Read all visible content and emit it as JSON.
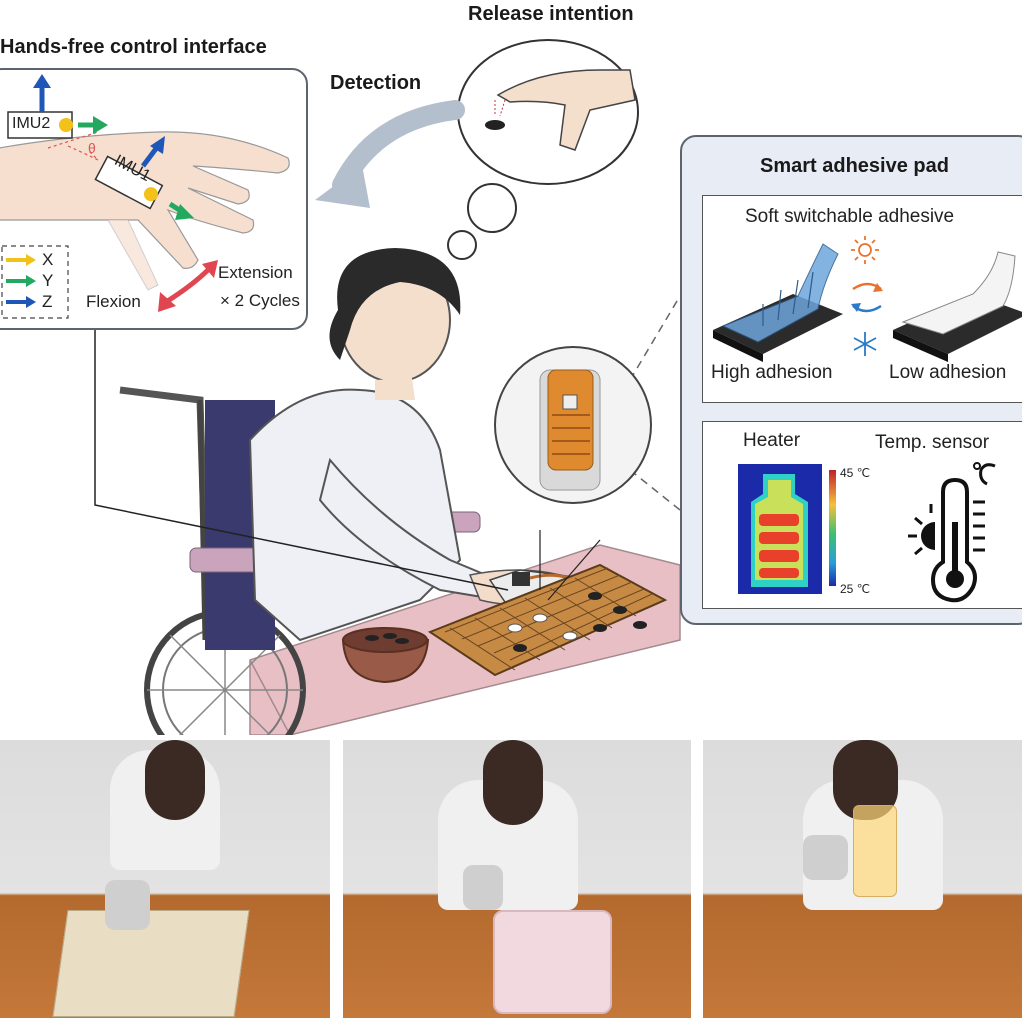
{
  "labels": {
    "release_intention": "Release intention",
    "detection": "Detection",
    "hands_free_title": "Hands-free control interface",
    "imu2": "IMU2",
    "imu1": "IMU1",
    "theta": "θ",
    "axis_x": "X",
    "axis_y": "Y",
    "axis_z": "Z",
    "extension": "Extension",
    "cycles": "× 2 Cycles",
    "flexion": "Flexion",
    "smart_pad_title": "Smart adhesive pad",
    "soft_switchable": "Soft switchable adhesive",
    "high_adhesion": "High adhesion",
    "low_adhesion": "Low adhesion",
    "heater": "Heater",
    "temp_sensor": "Temp. sensor",
    "temp_max": "45 ℃",
    "temp_min": "25 ℃"
  },
  "colors": {
    "x_axis": "#f2c21b",
    "y_axis": "#23a860",
    "z_axis": "#1f57b8",
    "cycle_arrow": "#e04550",
    "panel_border": "#5d6470",
    "pad_panel_bg": "#e8ecf4",
    "heater_cold": "#1a2aa8",
    "heater_hot": "#e8402a"
  },
  "icons": [
    "detection-arrow-icon",
    "thought-bubble-icon",
    "sun-icon",
    "snowflake-icon",
    "switch-arrows-icon",
    "thermometer-icon",
    "cycle-arrow-icon"
  ],
  "photos": [
    "photo-chess-task",
    "photo-card-basket-task",
    "photo-cup-task"
  ]
}
